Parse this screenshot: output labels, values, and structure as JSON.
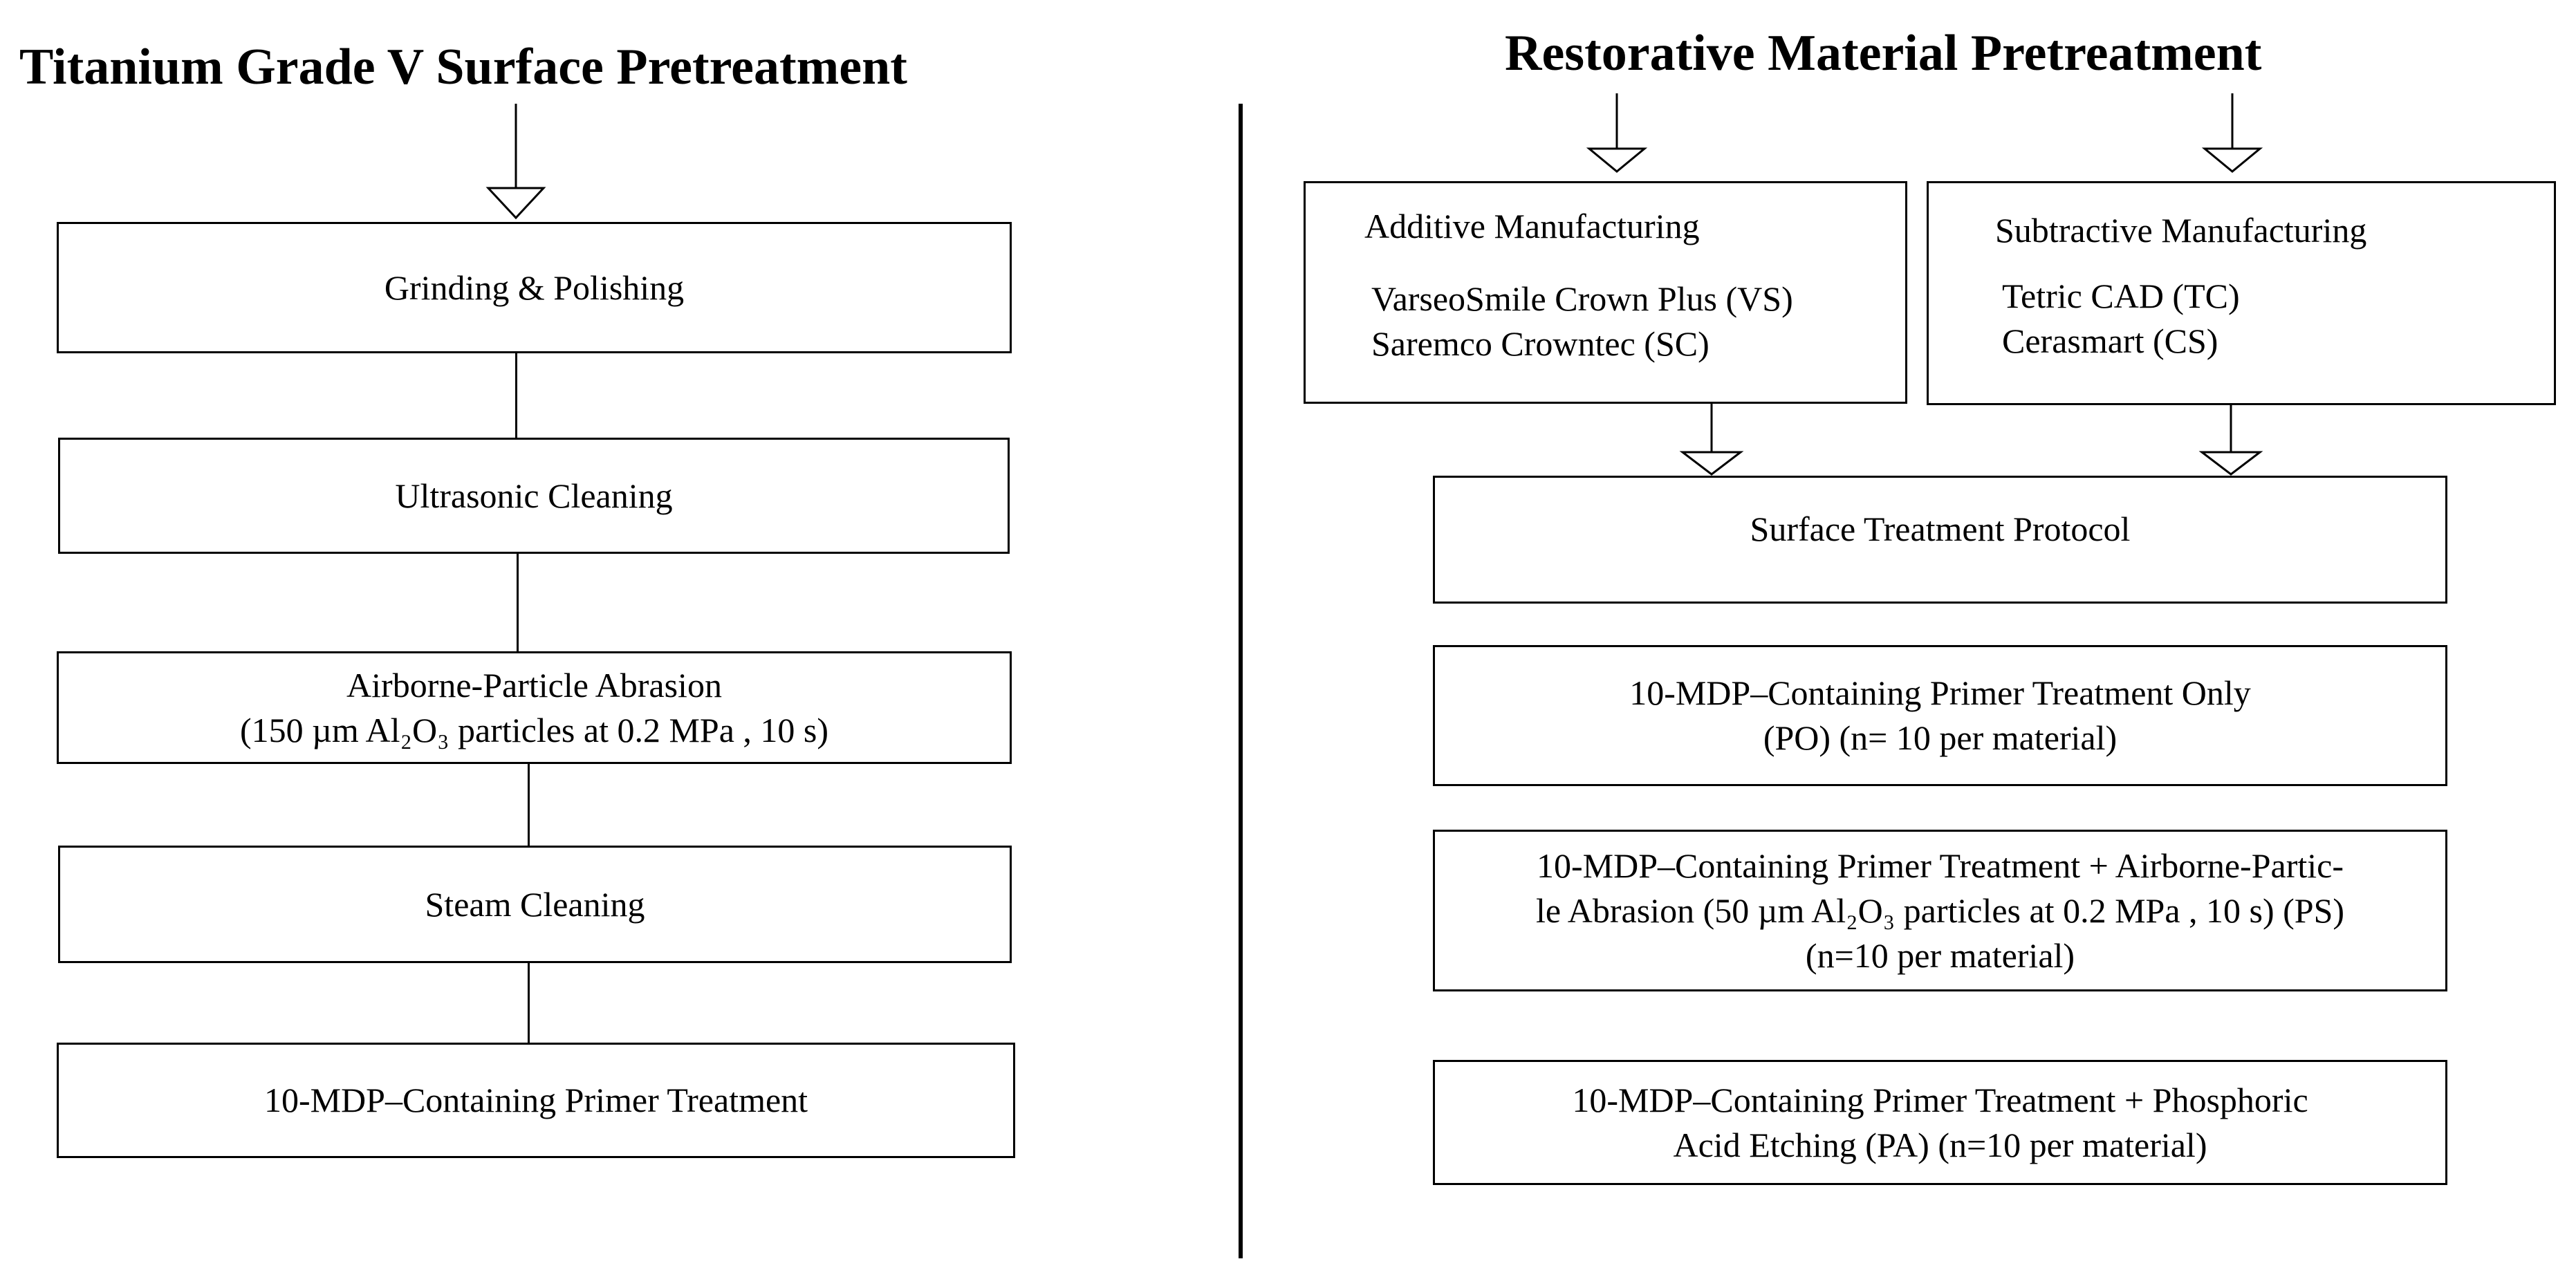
{
  "left": {
    "title": "Titanium Grade V Surface Pretreatment",
    "steps": [
      {
        "lines": [
          "Grinding & Polishing"
        ]
      },
      {
        "lines": [
          "Ultrasonic Cleaning"
        ]
      },
      {
        "lines": [
          "Airborne-Particle Abrasion",
          "(150 µm Al₂O₃ particles  at 0.2 MPa ,  10 s)"
        ]
      },
      {
        "lines": [
          "Steam Cleaning"
        ]
      },
      {
        "lines": [
          "10-MDP–Containing Primer Treatment"
        ]
      }
    ]
  },
  "right": {
    "title": "Restorative Material Pretreatment",
    "additive": {
      "heading": "Additive Manufacturing",
      "items": [
        "VarseoSmile Crown Plus (VS)",
        "Saremco Crowntec (SC)"
      ]
    },
    "subtractive": {
      "heading": "Subtractive Manufacturing",
      "items": [
        "Tetric CAD (TC)",
        "Cerasmart (CS)"
      ]
    },
    "protocol": "Surface Treatment Protocol",
    "treatments": [
      {
        "lines": [
          "10-MDP–Containing Primer Treatment Only",
          "(PO) (n= 10 per material)"
        ]
      },
      {
        "lines": [
          "10-MDP–Containing Primer Treatment + Airborne-Partic-",
          "le Abrasion  (50 µm Al₂O₃ particles  at 0.2 MPa , 10 s) (PS)",
          "(n=10 per material)"
        ]
      },
      {
        "lines": [
          "10-MDP–Containing Primer Treatment + Phosphoric",
          "Acid Etching (PA) (n=10 per material)"
        ]
      }
    ]
  }
}
